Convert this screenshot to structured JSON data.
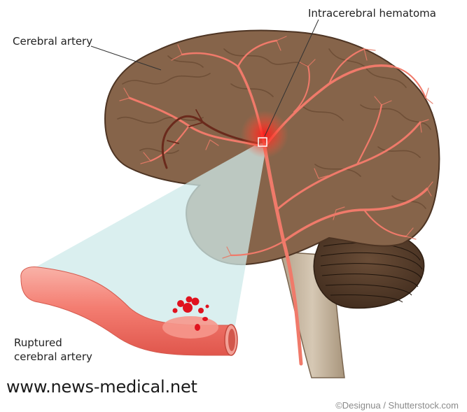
{
  "labels": {
    "cerebral_artery": "Cerebral artery",
    "intracerebral_hematoma": "Intracerebral hematoma",
    "ruptured_line1": "Ruptured",
    "ruptured_line2": "cerebral artery"
  },
  "watermark": {
    "site": "www.news-medical.net",
    "credit": "©Designua / Shutterstock.com"
  },
  "colors": {
    "brain_fill": "#86644a",
    "brain_dark": "#6e4f37",
    "artery": "#f07a6a",
    "artery_dark": "#a83a2c",
    "hematoma": "#ff2a2a",
    "magnifier": "#cde9ea",
    "vessel": "#f58a80",
    "brainstem": "#c8b9a4"
  }
}
